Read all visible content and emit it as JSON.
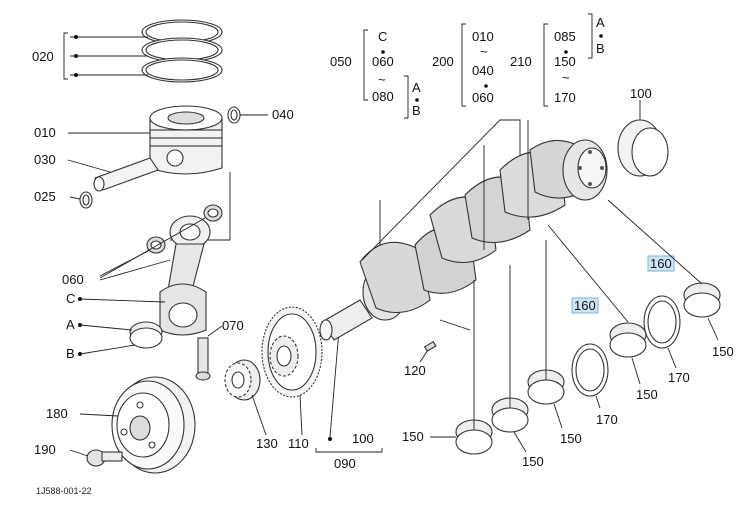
{
  "labels": {
    "l020": "020",
    "l010": "010",
    "l030": "030",
    "l025": "025",
    "l040": "040",
    "l060": "060",
    "lC": "C",
    "lA": "A",
    "lB": "B",
    "l070": "070",
    "l180": "180",
    "l190": "190",
    "l130": "130",
    "l110": "110",
    "l100b": "100",
    "l090": "090",
    "l120": "120",
    "l150a": "150",
    "l150b": "150",
    "l150c": "150",
    "l150d": "150",
    "l150e": "150",
    "l170a": "170",
    "l170b": "170",
    "l160a": "160",
    "l160b": "160",
    "l100top": "100"
  },
  "top_groups": {
    "g050": {
      "label": "050",
      "items": [
        "C",
        "060",
        "~",
        "080"
      ],
      "sub": [
        "A",
        "B"
      ]
    },
    "g200": {
      "label": "200",
      "items": [
        "010",
        "~",
        "040",
        "060"
      ]
    },
    "g210": {
      "label": "210",
      "items": [
        "085",
        "150",
        "~",
        "170"
      ],
      "sub": [
        "A",
        "B"
      ]
    }
  },
  "code": "1J588-001-22",
  "colors": {
    "highlight": "#cfe3f7",
    "line": "#222222"
  }
}
